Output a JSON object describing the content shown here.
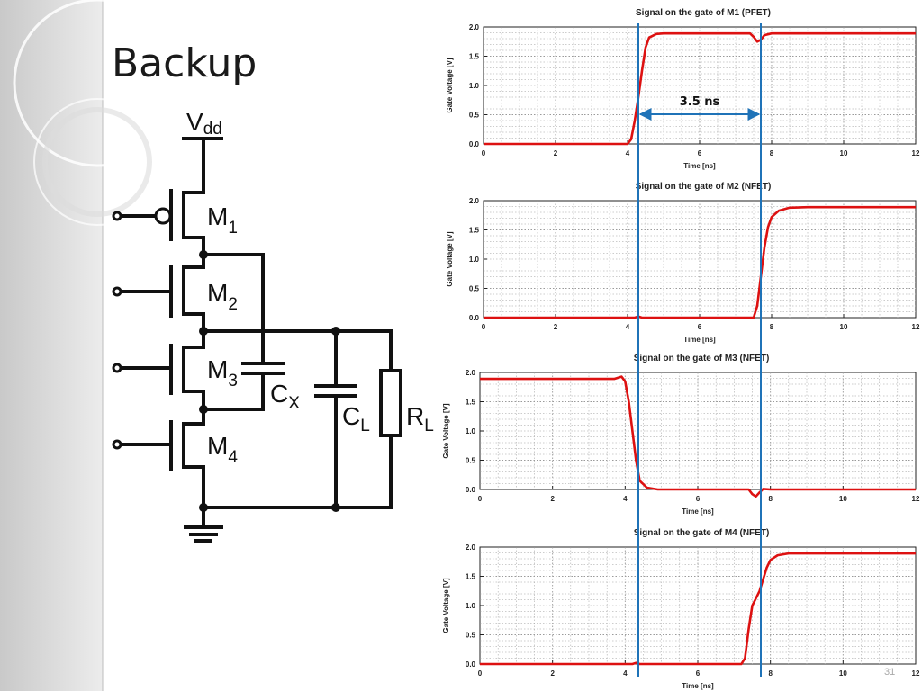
{
  "slide": {
    "title": "Backup",
    "page_number": "31"
  },
  "circuit": {
    "supply": "V",
    "supply_sub": "dd",
    "transistors": [
      {
        "name": "M",
        "sub": "1",
        "type": "PFET"
      },
      {
        "name": "M",
        "sub": "2",
        "type": "NFET"
      },
      {
        "name": "M",
        "sub": "3",
        "type": "NFET"
      },
      {
        "name": "M",
        "sub": "4",
        "type": "NFET"
      }
    ],
    "cx": {
      "name": "C",
      "sub": "X"
    },
    "cl": {
      "name": "C",
      "sub": "L"
    },
    "rl": {
      "name": "R",
      "sub": "L"
    }
  },
  "colors": {
    "trace": "#dd1111",
    "marker": "#1f73b8",
    "grid": "#9a9a9a",
    "sidebar": "#d9d9d9"
  },
  "annotation": {
    "label": "3.5 ns",
    "from_x": 4.3,
    "to_x": 7.7
  },
  "chart_data": [
    {
      "type": "line",
      "title": "Signal on the gate of M1 (PFET)",
      "xlabel": "Time [ns]",
      "ylabel": "Gate Voltage [V]",
      "xlim": [
        0,
        12
      ],
      "ylim": [
        0,
        2
      ],
      "xticks": [
        "0",
        "2",
        "4",
        "6",
        "8",
        "10",
        "12"
      ],
      "yticks": [
        "0.0",
        "0.5",
        "1.0",
        "1.5",
        "2.0"
      ],
      "grid": true,
      "markers_x": [
        4.3,
        7.7
      ],
      "series": [
        {
          "x": [
            0,
            4.0,
            4.1,
            4.2,
            4.3,
            4.4,
            4.5,
            4.6,
            4.8,
            5.0,
            7.4,
            7.5,
            7.6,
            7.7,
            7.8,
            8.0,
            12
          ],
          "y": [
            0.0,
            0.0,
            0.08,
            0.4,
            0.8,
            1.25,
            1.65,
            1.82,
            1.88,
            1.89,
            1.89,
            1.83,
            1.75,
            1.78,
            1.86,
            1.89,
            1.89
          ]
        }
      ]
    },
    {
      "type": "line",
      "title": "Signal on the gate of M2 (NFET)",
      "xlabel": "Time [ns]",
      "ylabel": "Gate Voltage [V]",
      "xlim": [
        0,
        12
      ],
      "ylim": [
        0,
        2
      ],
      "xticks": [
        "0",
        "2",
        "4",
        "6",
        "8",
        "10",
        "12"
      ],
      "yticks": [
        "0.0",
        "0.5",
        "1.0",
        "1.5",
        "2.0"
      ],
      "grid": true,
      "markers_x": [
        4.3,
        7.7
      ],
      "series": [
        {
          "x": [
            0,
            4.2,
            4.3,
            4.4,
            7.5,
            7.6,
            7.7,
            7.8,
            7.9,
            8.0,
            8.2,
            8.5,
            9.0,
            12
          ],
          "y": [
            0.0,
            0.0,
            0.02,
            0.0,
            0.0,
            0.2,
            0.7,
            1.2,
            1.55,
            1.72,
            1.83,
            1.88,
            1.89,
            1.89
          ]
        }
      ]
    },
    {
      "type": "line",
      "title": "Signal on the gate of M3 (NFET)",
      "xlabel": "Time [ns]",
      "ylabel": "Gate Voltage [V]",
      "xlim": [
        0,
        12
      ],
      "ylim": [
        0,
        2
      ],
      "xticks": [
        "0",
        "2",
        "4",
        "6",
        "8",
        "10",
        "12"
      ],
      "yticks": [
        "0.0",
        "0.5",
        "1.0",
        "1.5",
        "2.0"
      ],
      "grid": true,
      "markers_x": [
        4.3,
        7.7
      ],
      "series": [
        {
          "x": [
            0,
            3.7,
            3.9,
            4.0,
            4.1,
            4.2,
            4.3,
            4.4,
            4.6,
            4.9,
            7.4,
            7.5,
            7.6,
            7.7,
            7.8,
            8.0,
            12
          ],
          "y": [
            1.89,
            1.89,
            1.93,
            1.85,
            1.5,
            1.0,
            0.5,
            0.15,
            0.03,
            0.0,
            0.0,
            -0.08,
            -0.12,
            -0.05,
            0.01,
            0.0,
            0.0
          ]
        }
      ]
    },
    {
      "type": "line",
      "title": "Signal on the gate of M4 (NFET)",
      "xlabel": "Time [ns]",
      "ylabel": "Gate Voltage [V]",
      "xlim": [
        0,
        12
      ],
      "ylim": [
        0,
        2
      ],
      "xticks": [
        "0",
        "2",
        "4",
        "6",
        "8",
        "10",
        "12"
      ],
      "yticks": [
        "0.0",
        "0.5",
        "1.0",
        "1.5",
        "2.0"
      ],
      "grid": true,
      "markers_x": [
        4.3,
        7.7
      ],
      "series": [
        {
          "x": [
            0,
            4.2,
            4.3,
            4.4,
            7.1,
            7.2,
            7.3,
            7.4,
            7.5,
            7.6,
            7.7,
            7.8,
            7.9,
            8.0,
            8.2,
            8.5,
            9.0,
            12
          ],
          "y": [
            0.0,
            0.0,
            0.02,
            0.0,
            0.0,
            0.0,
            0.1,
            0.6,
            1.0,
            1.12,
            1.25,
            1.45,
            1.65,
            1.78,
            1.86,
            1.89,
            1.89,
            1.89
          ]
        }
      ]
    }
  ]
}
